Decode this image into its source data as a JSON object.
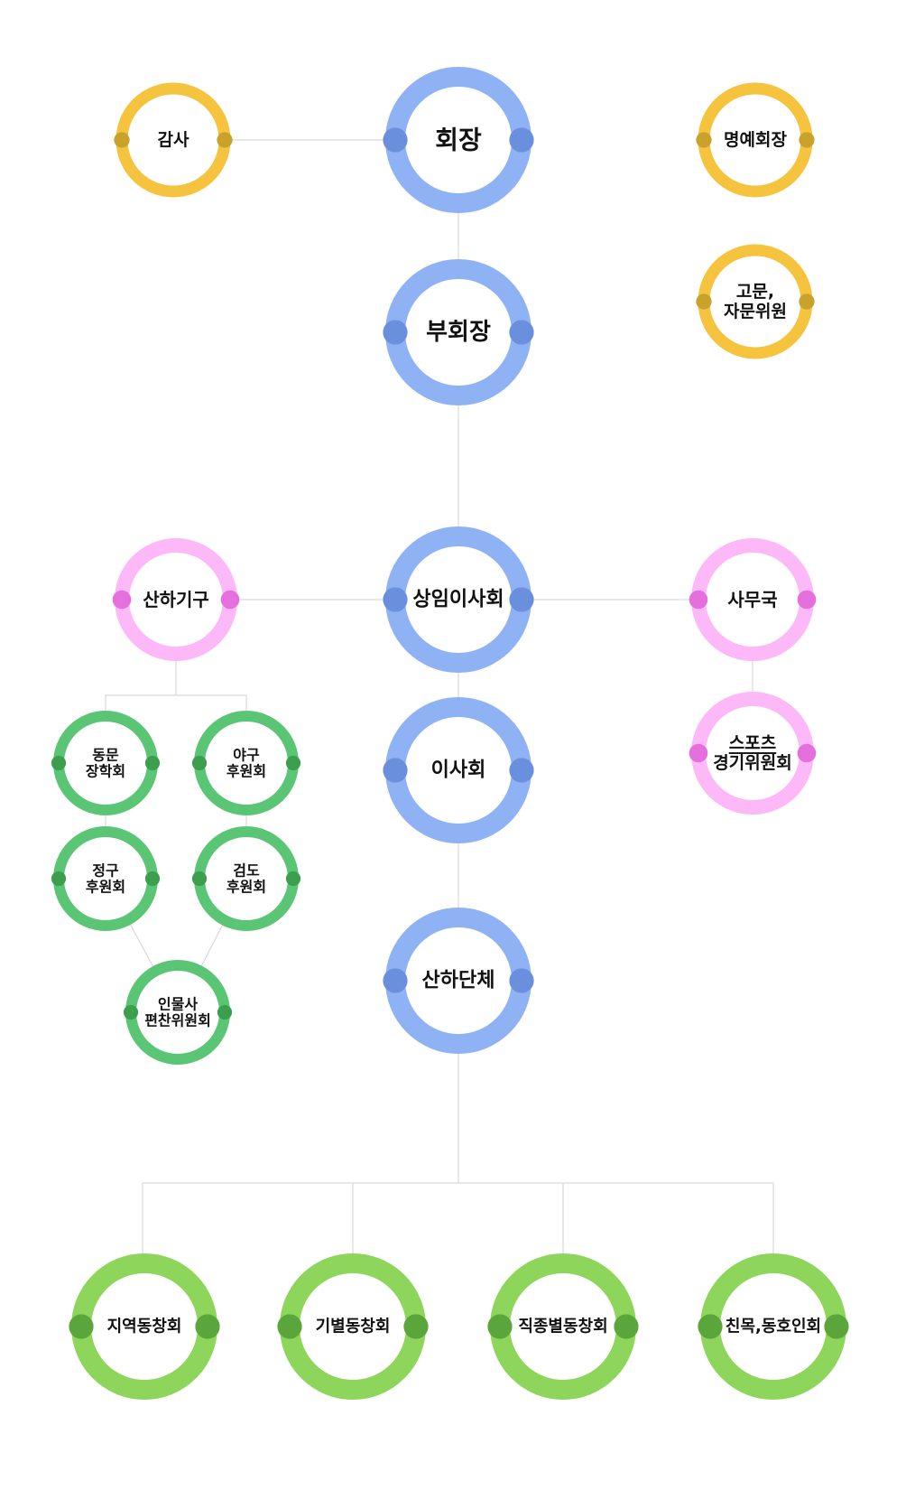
{
  "colors": {
    "blue": {
      "ring": "#8fb2f4",
      "dot": "#6a8fdc"
    },
    "yellow": {
      "ring": "#f5c33d",
      "dot": "#c9a22c"
    },
    "pink": {
      "ring": "#fcb8f7",
      "dot": "#e66fde"
    },
    "green": {
      "ring": "#5bc576",
      "dot": "#3c9f4e"
    },
    "lime": {
      "ring": "#8ed55c",
      "dot": "#5aa63a"
    },
    "line": "#d9d9d9"
  },
  "nodes": {
    "audit": {
      "lines": [
        "감사"
      ],
      "color": "yellow"
    },
    "president": {
      "lines": [
        "회장"
      ],
      "color": "blue"
    },
    "honorary_president": {
      "lines": [
        "명예회장"
      ],
      "color": "yellow"
    },
    "vice_president": {
      "lines": [
        "부회장"
      ],
      "color": "blue"
    },
    "advisors": {
      "lines": [
        "고문,",
        "자문위원"
      ],
      "color": "yellow"
    },
    "affiliated_org": {
      "lines": [
        "산하기구"
      ],
      "color": "pink"
    },
    "standing_board": {
      "lines": [
        "상임이사회"
      ],
      "color": "blue"
    },
    "secretariat": {
      "lines": [
        "사무국"
      ],
      "color": "pink"
    },
    "alumni_scholarship": {
      "lines": [
        "동문",
        "장학회"
      ],
      "color": "green"
    },
    "baseball_support": {
      "lines": [
        "야구",
        "후원회"
      ],
      "color": "green"
    },
    "board": {
      "lines": [
        "이사회"
      ],
      "color": "blue"
    },
    "sports_committee": {
      "lines": [
        "스포츠",
        "경기위원회"
      ],
      "color": "pink",
      "underline_first": true
    },
    "tennis_support": {
      "lines": [
        "정구",
        "후원회"
      ],
      "color": "green"
    },
    "kendo_support": {
      "lines": [
        "검도",
        "후원회"
      ],
      "color": "green"
    },
    "biography_committee": {
      "lines": [
        "인물사",
        "편찬위원회"
      ],
      "color": "green"
    },
    "affiliated_groups": {
      "lines": [
        "산하단체"
      ],
      "color": "blue"
    },
    "regional_alumni": {
      "lines": [
        "지역동창회"
      ],
      "color": "lime"
    },
    "class_alumni": {
      "lines": [
        "기별동창회"
      ],
      "color": "lime"
    },
    "occupational_alumni": {
      "lines": [
        "직종별동창회"
      ],
      "color": "lime"
    },
    "hobby_alumni": {
      "lines": [
        "친목,동호인회"
      ],
      "color": "lime"
    }
  }
}
